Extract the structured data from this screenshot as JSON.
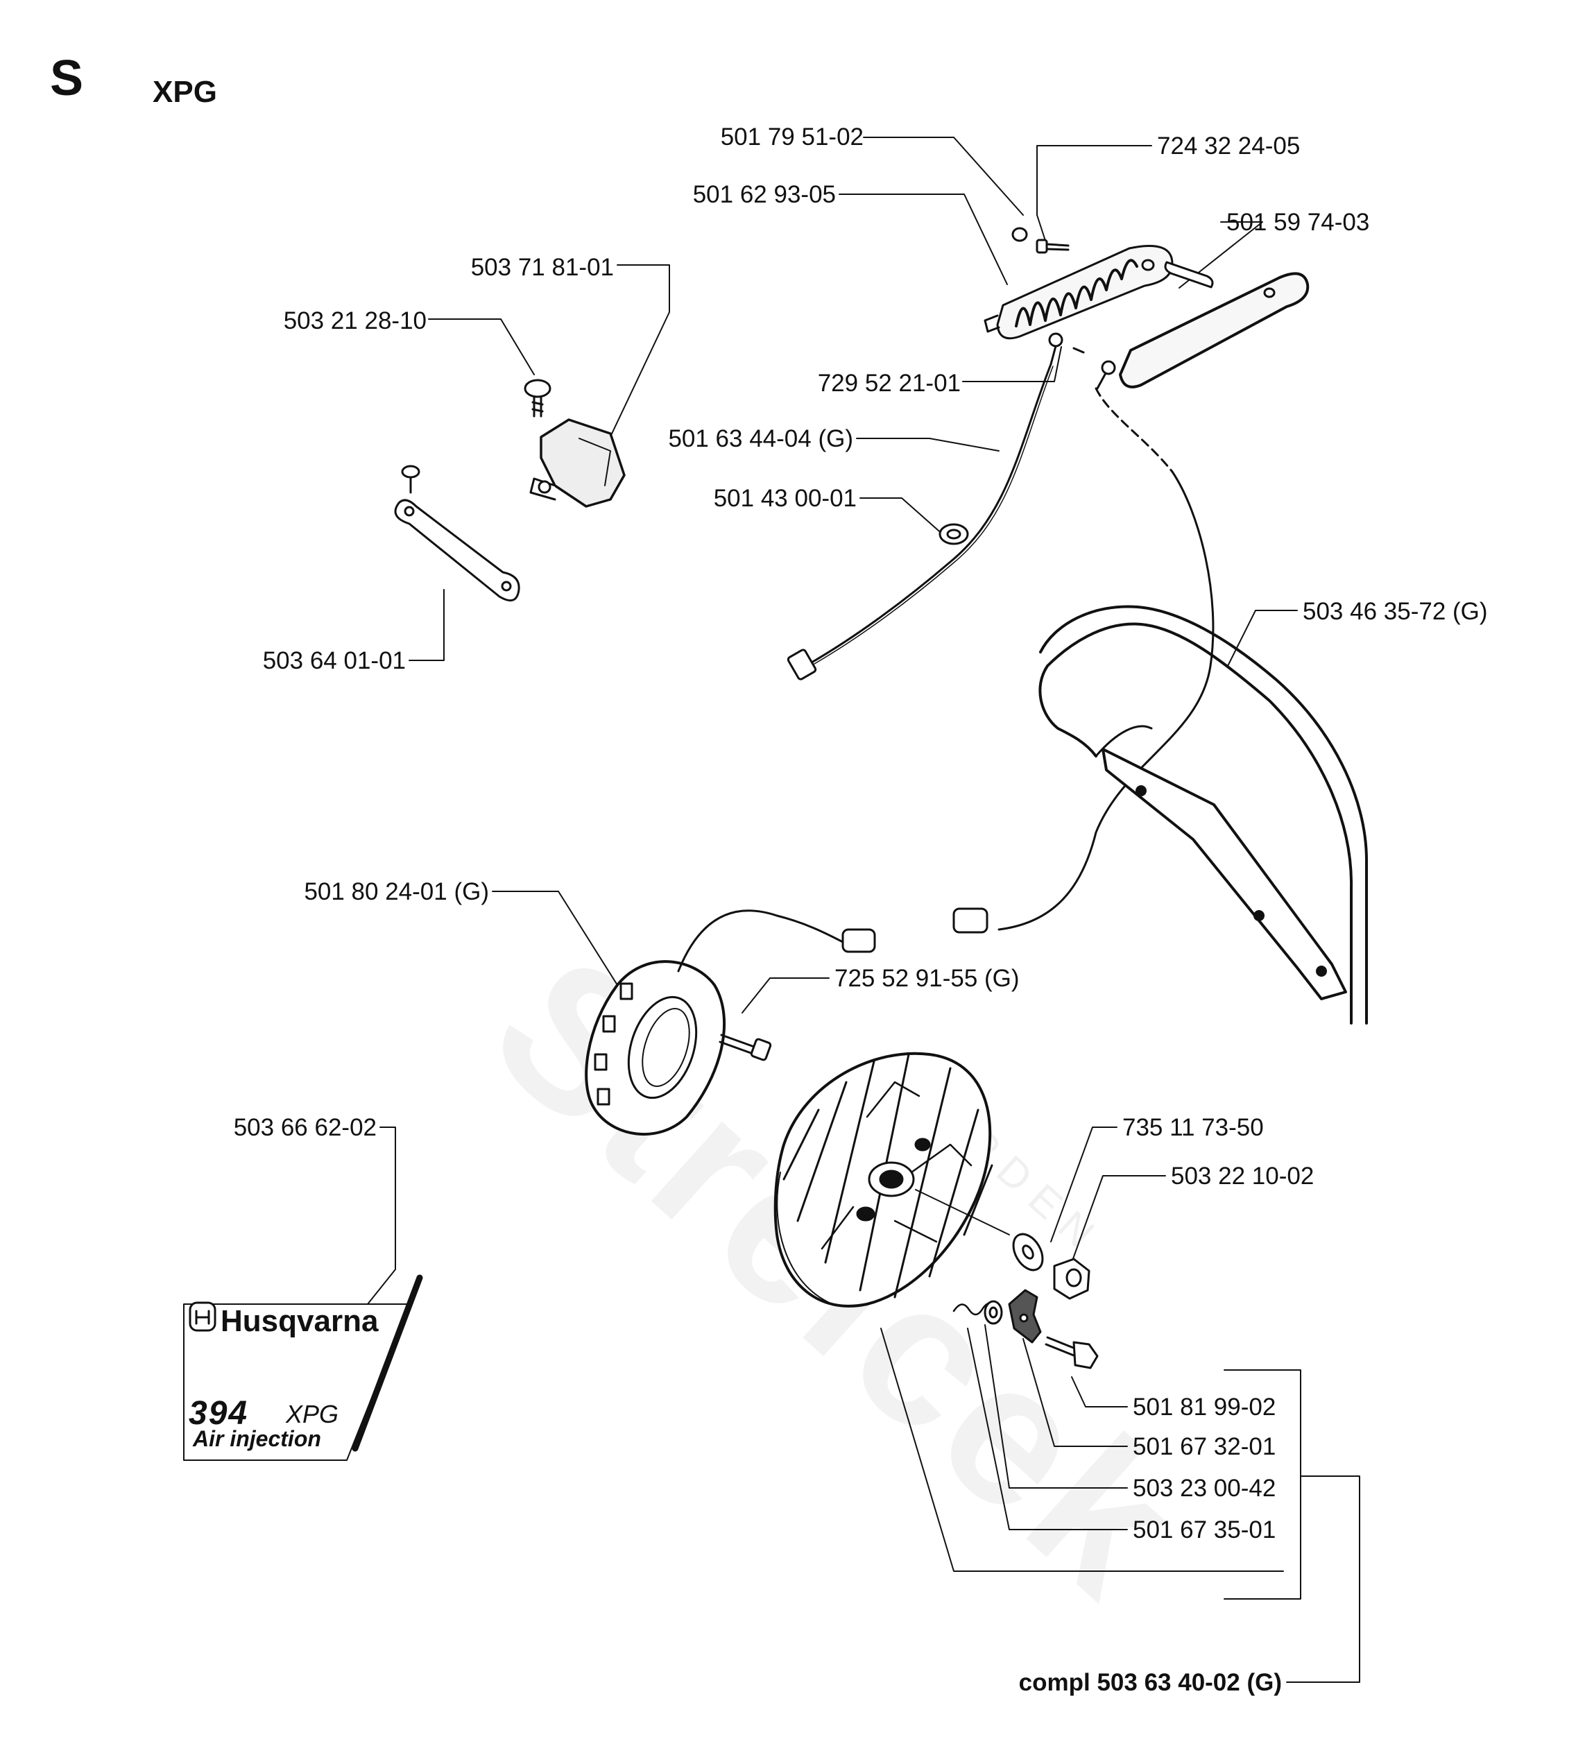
{
  "section": {
    "letter": "S",
    "model": "XPG"
  },
  "watermark": {
    "brand": "Streicek",
    "sub": "GARDEN"
  },
  "decal": {
    "brand": "Husqvarna",
    "model_number": "394",
    "model_suffix": "XPG",
    "subtitle": "Air injection"
  },
  "labels": {
    "p5017951": "501 79 51-02",
    "p7243224": "724 32 24-05",
    "p5016293": "501 62 93-05",
    "p5015974": "501 59 74-03",
    "p5037181": "503 71 81-01",
    "p5032128": "503 21 28-10",
    "p7295221": "729 52 21-01",
    "p5016344": "501 63 44-04 (G)",
    "p5014300": "501 43 00-01",
    "p5034635": "503 46 35-72 (G)",
    "p5036401": "503 64 01-01",
    "p5018024": "501 80 24-01 (G)",
    "p7255291": "725 52 91-55 (G)",
    "p5036662": "503 66 62-02",
    "p7351173": "735 11 73-50",
    "p5032210": "503 22 10-02",
    "p5018199": "501 81 99-02",
    "p5016732": "501 67 32-01",
    "p5032300": "503 23 00-42",
    "p5016735": "501 67 35-01",
    "compl": "compl 503 63 40-02 (G)"
  }
}
